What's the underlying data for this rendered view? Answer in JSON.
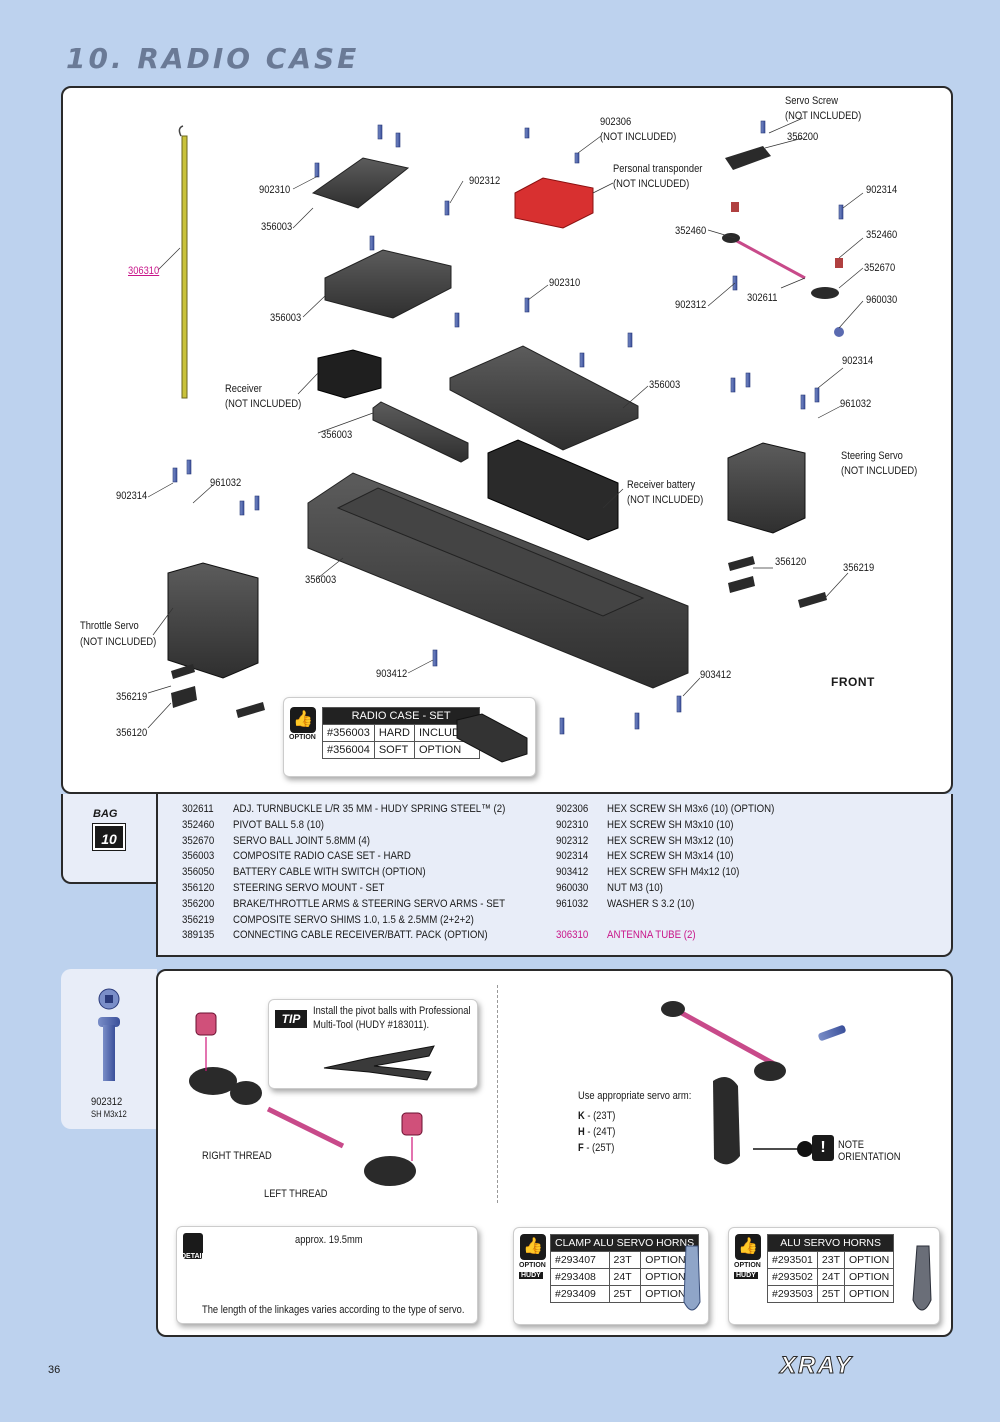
{
  "page": {
    "title": "10. RADIO CASE",
    "page_number": "36",
    "brand": "XRAY"
  },
  "diagram": {
    "front_label": "FRONT",
    "labels": {
      "servo_screw": "Servo Screw",
      "not_included": "(NOT INCLUDED)",
      "p356200": "356200",
      "p902306": "902306",
      "personal_transponder": "Personal transponder",
      "p902314a": "902314",
      "p352460a": "352460",
      "p352460b": "352460",
      "p352670": "352670",
      "p960030": "960030",
      "p902312a": "902312",
      "p302611": "302611",
      "p902310a": "902310",
      "p902312b": "902312",
      "p356003a": "356003",
      "p306310": "306310",
      "p356003b": "356003",
      "p902310b": "902310",
      "receiver": "Receiver",
      "p356003c": "356003",
      "p356003d": "356003",
      "p902314b": "902314",
      "p961032a": "961032",
      "steering_servo": "Steering Servo",
      "receiver_battery": "Receiver battery",
      "p902314c": "902314",
      "p961032b": "961032",
      "p356003e": "356003",
      "p356120a": "356120",
      "p356219a": "356219",
      "throttle_servo": "Throttle Servo",
      "p903412a": "903412",
      "p903412b": "903412",
      "p356219b": "356219",
      "p356120b": "356120"
    },
    "option_table": {
      "label": "OPTION",
      "header": "RADIO CASE - SET",
      "rows": [
        {
          "part": "#356003",
          "type": "HARD",
          "status": "INCLUDED"
        },
        {
          "part": "#356004",
          "type": "SOFT",
          "status": "OPTION"
        }
      ]
    }
  },
  "bag": {
    "label": "BAG",
    "number": "10"
  },
  "parts_list": {
    "left": [
      {
        "code": "302611",
        "desc": "ADJ. TURNBUCKLE L/R 35 MM  - HUDY SPRING STEEL™ (2)"
      },
      {
        "code": "352460",
        "desc": "PIVOT BALL 5.8 (10)"
      },
      {
        "code": "352670",
        "desc": "SERVO BALL JOINT  5.8MM (4)"
      },
      {
        "code": "356003",
        "desc": "COMPOSITE RADIO CASE SET - HARD"
      },
      {
        "code": "356050",
        "desc": "BATTERY CABLE WITH SWITCH (OPTION)"
      },
      {
        "code": "356120",
        "desc": "STEERING SERVO MOUNT - SET"
      },
      {
        "code": "356200",
        "desc": "BRAKE/THROTTLE ARMS & STEERING SERVO ARMS - SET"
      },
      {
        "code": "356219",
        "desc": "COMPOSITE SERVO SHIMS 1.0, 1.5 & 2.5MM (2+2+2)"
      },
      {
        "code": "389135",
        "desc": "CONNECTING CABLE  RECEIVER/BATT. PACK (OPTION)"
      }
    ],
    "right": [
      {
        "code": "902306",
        "desc": "HEX SCREW  SH M3x6  (10) (OPTION)"
      },
      {
        "code": "902310",
        "desc": "HEX SCREW  SH M3x10  (10)"
      },
      {
        "code": "902312",
        "desc": "HEX SCREW  SH M3x12  (10)"
      },
      {
        "code": "902314",
        "desc": "HEX SCREW  SH M3x14  (10)"
      },
      {
        "code": "903412",
        "desc": "HEX SCREW  SFH M4x12  (10)"
      },
      {
        "code": "960030",
        "desc": "NUT M3  (10)"
      },
      {
        "code": "961032",
        "desc": "WASHER S 3.2 (10)"
      }
    ],
    "antenna": {
      "code": "306310",
      "desc": "ANTENNA TUBE (2)"
    }
  },
  "screw_callout": {
    "code": "902312",
    "spec": "SH M3x12"
  },
  "lower": {
    "tip_label": "TIP",
    "tip_text_1": "Install the pivot balls with Professional",
    "tip_text_2": "Multi-Tool (HUDY #183011).",
    "right_thread": "RIGHT  THREAD",
    "left_thread": "LEFT  THREAD",
    "detail_label": "DETAIL",
    "approx": "approx. 19.5mm",
    "linkage_note": "The length of the linkages varies according to the type of servo.",
    "servo_arm_hint": "Use appropriate servo arm:",
    "arm_k": "K",
    "arm_k_val": " - (23T)",
    "arm_h": "H",
    "arm_h_val": " - (24T)",
    "arm_f": "F",
    "arm_f_val": " - (25T)",
    "note_1": "NOTE",
    "note_2": "ORIENTATION",
    "clamp_table": {
      "option": "OPTION",
      "hudy": "HUDY",
      "header": "CLAMP ALU SERVO HORNS",
      "rows": [
        {
          "part": "#293407",
          "teeth": "23T",
          "status": "OPTION"
        },
        {
          "part": "#293408",
          "teeth": "24T",
          "status": "OPTION"
        },
        {
          "part": "#293409",
          "teeth": "25T",
          "status": "OPTION"
        }
      ]
    },
    "alu_table": {
      "option": "OPTION",
      "hudy": "HUDY",
      "header": "ALU SERVO HORNS",
      "rows": [
        {
          "part": "#293501",
          "teeth": "23T",
          "status": "OPTION"
        },
        {
          "part": "#293502",
          "teeth": "24T",
          "status": "OPTION"
        },
        {
          "part": "#293503",
          "teeth": "25T",
          "status": "OPTION"
        }
      ]
    }
  }
}
